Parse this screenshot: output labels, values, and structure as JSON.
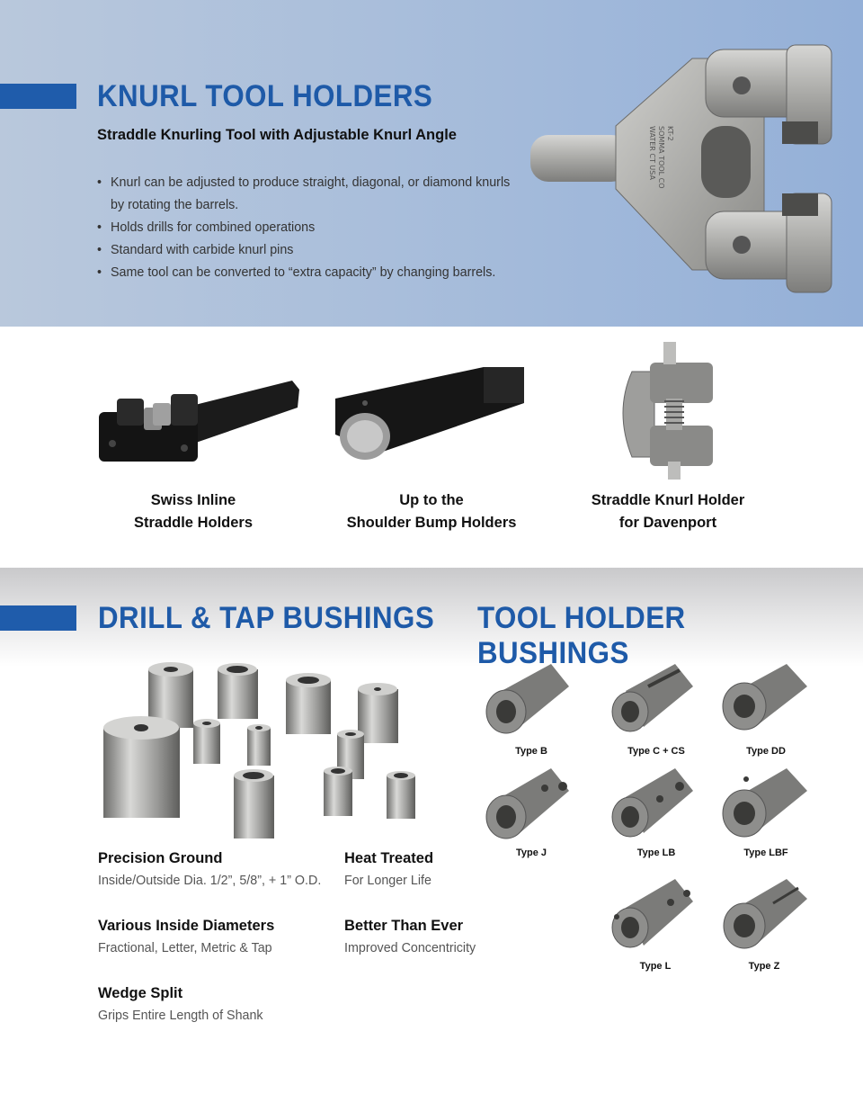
{
  "knurl": {
    "title": "KNURL TOOL HOLDERS",
    "subtitle": "Straddle Knurling Tool with Adjustable Knurl Angle",
    "bullets": [
      "Knurl can be adjusted to produce straight, diagonal, or diamond knurls",
      "by rotating the barrels.",
      "Holds drills for combined operations",
      "Standard with carbide knurl pins",
      "Same tool can be converted to “extra capacity” by changing barrels."
    ],
    "tool_engraving": [
      "KT-2",
      "SOMMA TOOL CO",
      "WATER CT USA"
    ]
  },
  "products": [
    {
      "line1": "Swiss Inline",
      "line2": "Straddle Holders"
    },
    {
      "line1": "Up to the",
      "line2": "Shoulder Bump Holders"
    },
    {
      "line1": "Straddle Knurl Holder",
      "line2": "for Davenport"
    }
  ],
  "drill": {
    "title": "DRILL & TAP BUSHINGS",
    "features": [
      {
        "title": "Precision Ground",
        "desc": "Inside/Outside Dia. 1/2”, 5/8”, + 1” O.D."
      },
      {
        "title": "Heat Treated",
        "desc": "For Longer Life"
      },
      {
        "title": "Various Inside Diameters",
        "desc": "Fractional, Letter, Metric & Tap"
      },
      {
        "title": "Better Than Ever",
        "desc": "Improved Concentricity"
      },
      {
        "title": "Wedge Split",
        "desc": "Grips Entire Length of Shank"
      }
    ]
  },
  "toolholder": {
    "title": "TOOL HOLDER BUSHINGS",
    "types": [
      "Type B",
      "Type C + CS",
      "Type DD",
      "Type J",
      "Type LB",
      "Type LBF",
      "Type L",
      "Type Z"
    ]
  },
  "colors": {
    "accent": "#1f5cab",
    "title": "#1e5aa8",
    "hero_bg": "#a9bedb"
  }
}
